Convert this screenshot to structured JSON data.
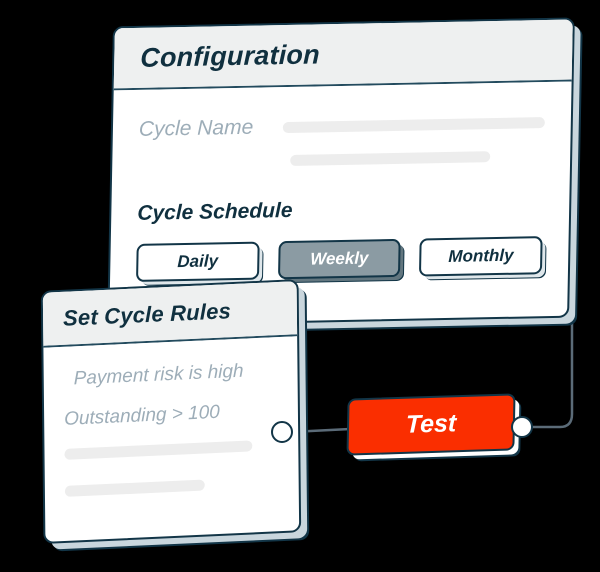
{
  "canvas": {
    "background": "#000000",
    "accent_color": "#fa2e00",
    "ink_color": "#123547",
    "muted_text_color": "#9dadb8",
    "selected_fill": "#8b9ba3"
  },
  "config_card": {
    "title": "Configuration",
    "fields": [
      {
        "label": "Cycle Name",
        "value": "",
        "placeholder": ""
      }
    ],
    "section_label": "Cycle Schedule",
    "schedule_options": [
      {
        "label": "Daily",
        "selected": false
      },
      {
        "label": "Weekly",
        "selected": true
      },
      {
        "label": "Monthly",
        "selected": false
      }
    ]
  },
  "rules_card": {
    "title": "Set Cycle Rules",
    "rules": [
      "Payment risk is high",
      "Outstanding > 100"
    ]
  },
  "test_node": {
    "label": "Test"
  },
  "ports": {
    "left_name": "rules-output-port",
    "right_name": "test-output-port"
  }
}
